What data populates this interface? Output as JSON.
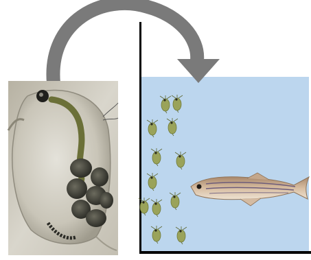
{
  "diagram": {
    "colors": {
      "background": "#ffffff",
      "arrow": "#7a7a7a",
      "tank_water": "#bcd6ee",
      "tank_wall": "#000000",
      "photo_bg": "#cfcabd",
      "daphnia_body": "#9aa35a",
      "fish_body": "#c9a98a"
    },
    "icons": [
      "daphnia-photo",
      "curved-arrow",
      "aquarium-tank",
      "daphnia-icon",
      "zebrafish-icon"
    ],
    "tank": {
      "daphnia_count": 12
    }
  }
}
